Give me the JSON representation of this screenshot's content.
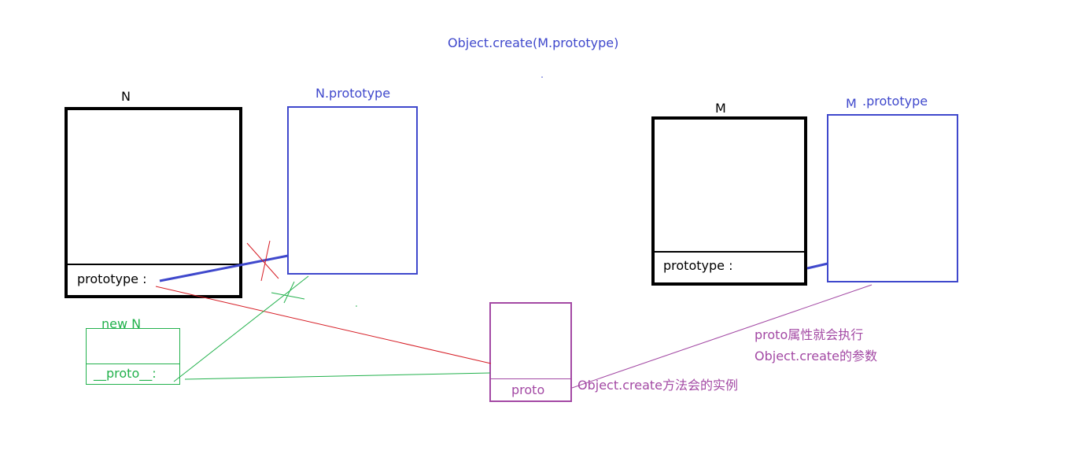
{
  "title": "Object.create(M.prototype)",
  "n_box": {
    "label": "N",
    "prop": "prototype :"
  },
  "n_proto": {
    "label": "N.prototype"
  },
  "m_box": {
    "label": "M",
    "prop": "prototype :"
  },
  "m_proto": {
    "label_m": "M",
    "label_rest": ".prototype"
  },
  "new_n": {
    "label": "new N",
    "prop": "__proto__:"
  },
  "proto_box": {
    "prop": "proto"
  },
  "annotations": {
    "instance": "Object.create方法会的实例",
    "param_line1": "proto属性就会执行",
    "param_line2": "Object.create的参数"
  },
  "colors": {
    "black": "#000000",
    "blue": "#3f48cc",
    "green": "#22b14c",
    "purple": "#a349a4",
    "red": "#d61d25"
  }
}
